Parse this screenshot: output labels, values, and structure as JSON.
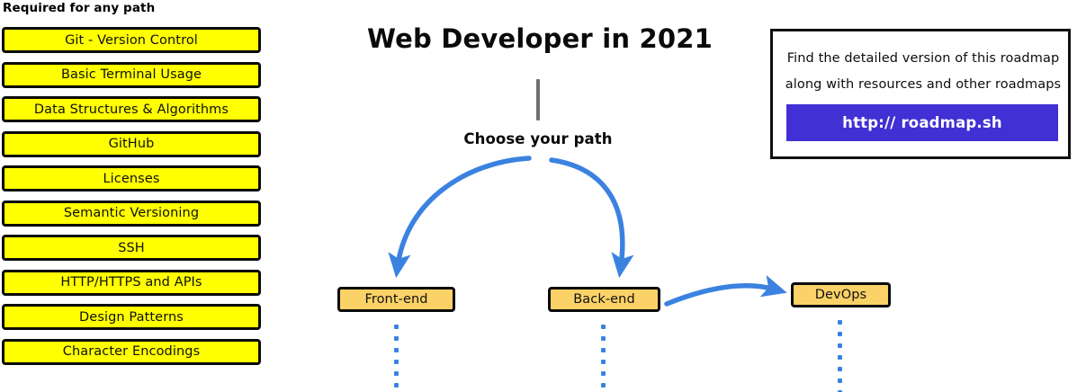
{
  "required_section": {
    "heading": "Required for any path",
    "items": [
      {
        "label": "Git - Version Control"
      },
      {
        "label": "Basic Terminal Usage"
      },
      {
        "label": "Data Structures & Algorithms"
      },
      {
        "label": "GitHub"
      },
      {
        "label": "Licenses"
      },
      {
        "label": "Semantic Versioning"
      },
      {
        "label": "SSH"
      },
      {
        "label": "HTTP/HTTPS and APIs"
      },
      {
        "label": "Design Patterns"
      },
      {
        "label": "Character Encodings"
      }
    ]
  },
  "center": {
    "title": "Web Developer in 2021",
    "choose_label": "Choose your path",
    "paths": [
      {
        "label": "Front-end"
      },
      {
        "label": "Back-end"
      },
      {
        "label": "DevOps"
      }
    ]
  },
  "info_box": {
    "line1": "Find the detailed version of this roadmap",
    "line2": "along with resources and other roadmaps",
    "link_label": "http:// roadmap.sh"
  },
  "colors": {
    "required_box_fill": "#ffff00",
    "path_box_fill": "#fbd268",
    "box_border": "#0b0b0b",
    "arrow_blue": "#3b82e0",
    "link_button": "#4130d4",
    "stem_gray": "#6f6f6f",
    "text": "#101010",
    "background": "#ffffff"
  }
}
